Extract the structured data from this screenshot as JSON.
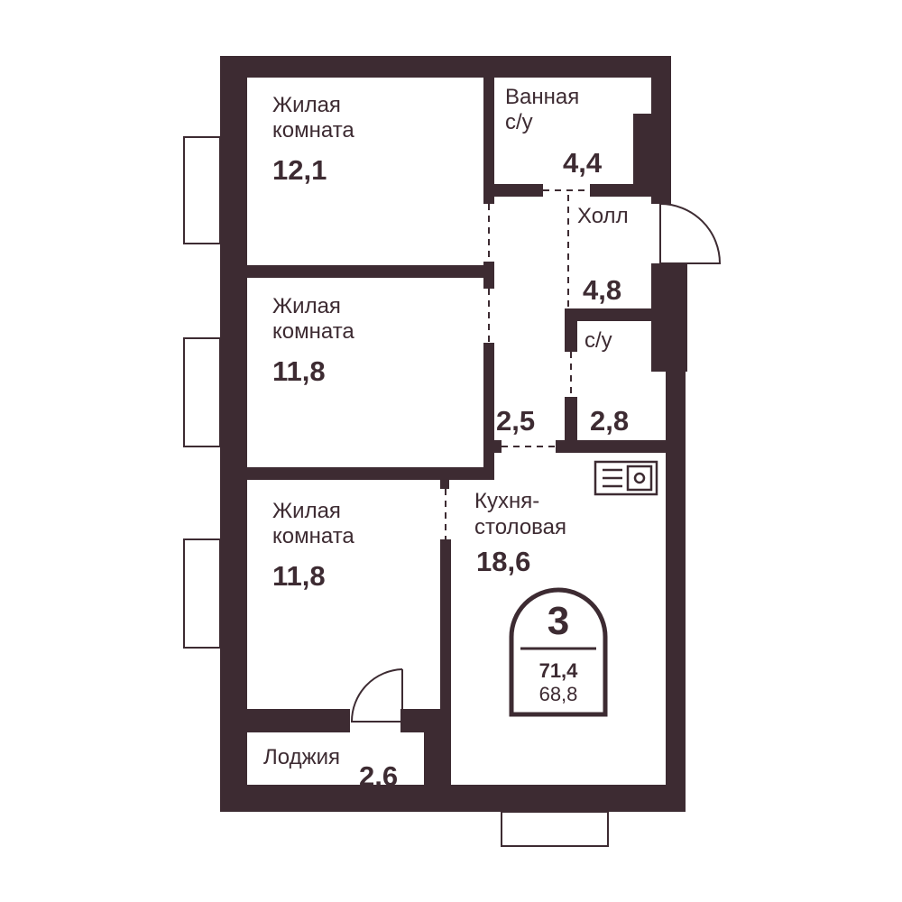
{
  "colors": {
    "wall": "#3d2b32",
    "background": "#ffffff"
  },
  "rooms": [
    {
      "id": "living-room-1",
      "name_line1": "Жилая",
      "name_line2": "комната",
      "area": "12,1"
    },
    {
      "id": "living-room-2",
      "name_line1": "Жилая",
      "name_line2": "комната",
      "area": "11,8"
    },
    {
      "id": "living-room-3",
      "name_line1": "Жилая",
      "name_line2": "комната",
      "area": "11,8"
    },
    {
      "id": "bathroom",
      "name_line1": "Ванная",
      "name_line2": "с/у",
      "area": "4,4"
    },
    {
      "id": "hall",
      "name_line1": "Холл",
      "area": "4,8"
    },
    {
      "id": "toilet",
      "name_line1": "с/у",
      "area": "2,8"
    },
    {
      "id": "corridor",
      "area": "2,5"
    },
    {
      "id": "kitchen",
      "name_line1": "Кухня-",
      "name_line2": "столовая",
      "area": "18,6"
    },
    {
      "id": "loggia",
      "name_line1": "Лоджия",
      "area": "2,6"
    }
  ],
  "badge": {
    "rooms": "3",
    "total_area": "71,4",
    "living_area": "68,8"
  },
  "icons": {
    "sink": "kitchen-sink-icon",
    "door": "door-swing-icon",
    "window": "window-icon"
  }
}
